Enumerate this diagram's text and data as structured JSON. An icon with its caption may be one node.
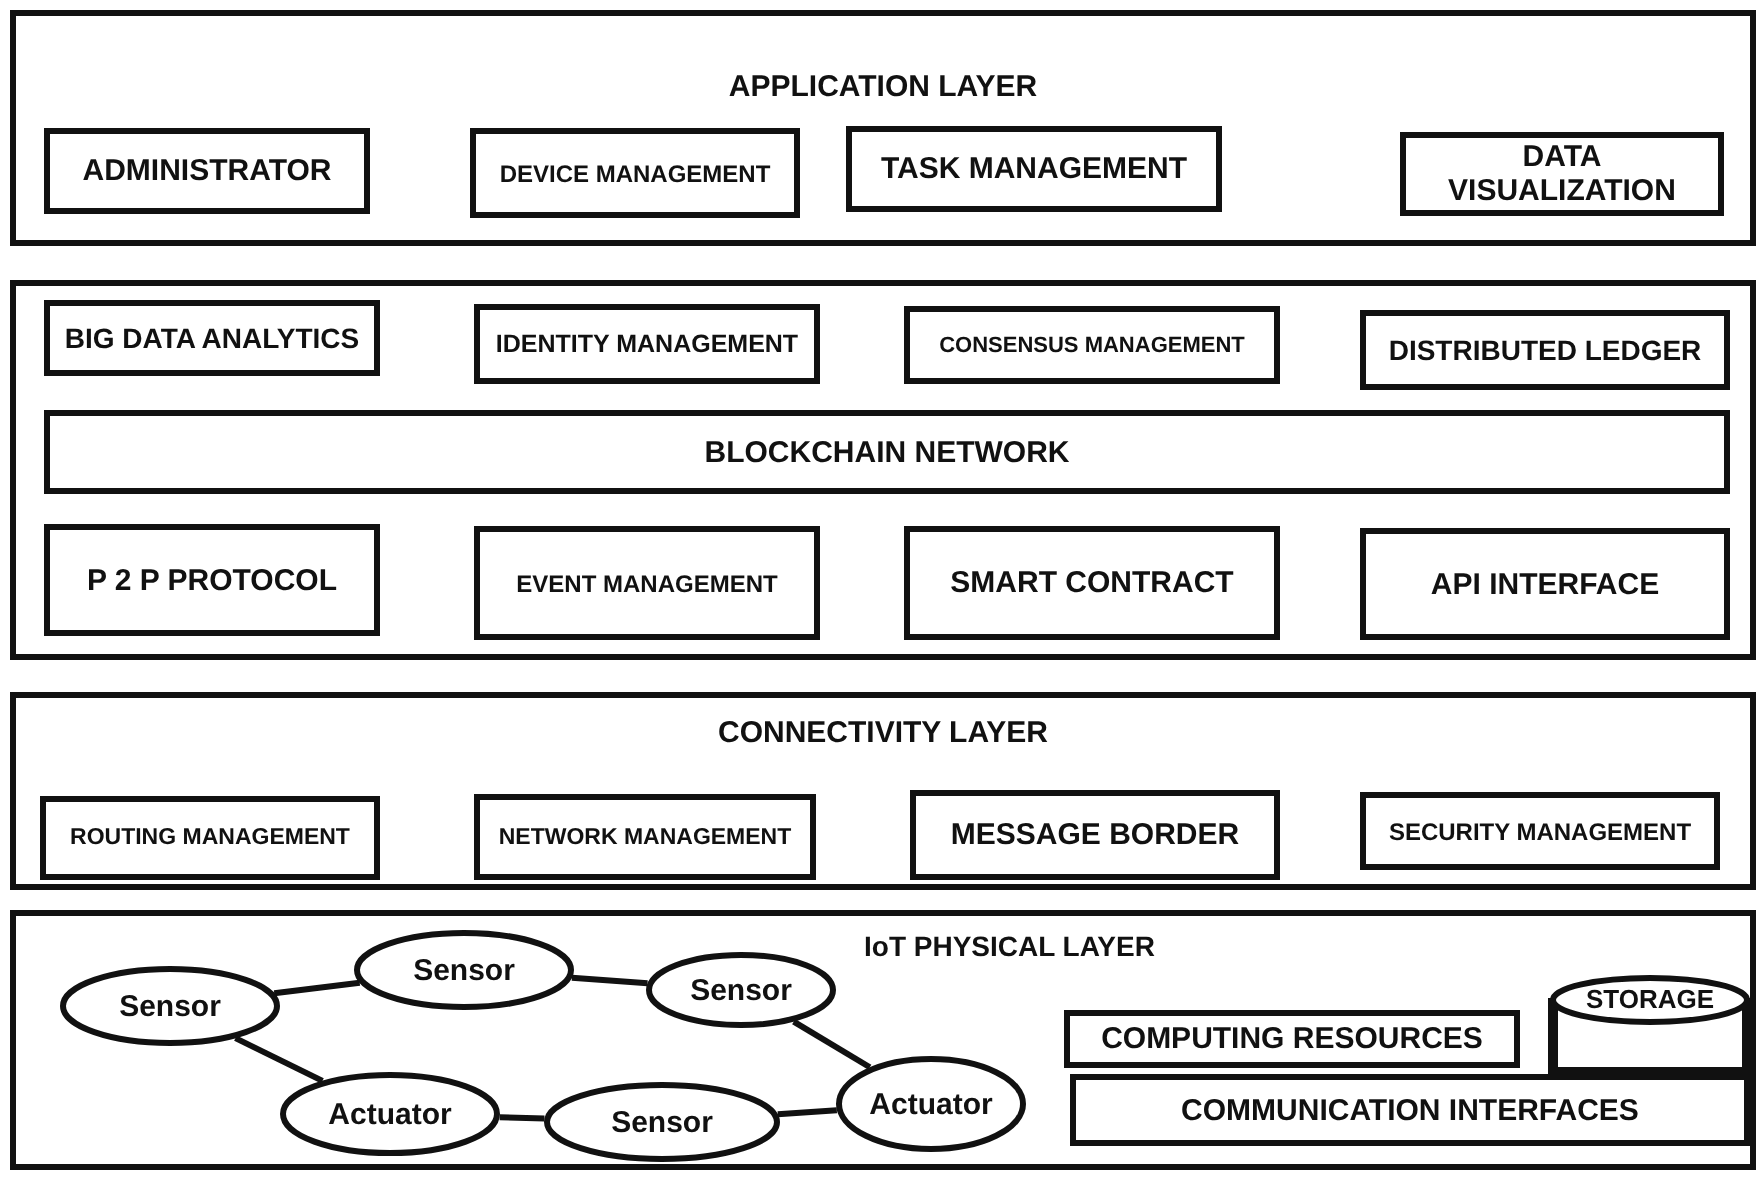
{
  "diagram": {
    "nodes": [
      {
        "text": [
          "APPLICATION LAYER"
        ]
      },
      {
        "text": [
          "ADMINISTRATOR"
        ],
        "in": 0
      },
      {
        "text": [
          "DEVICE MANAGEMENT"
        ],
        "in": 0
      },
      {
        "text": [
          "TASK MANAGEMENT"
        ],
        "in": 0
      },
      {
        "text": [
          "DATA VISUALIZATION"
        ],
        "in": 0
      },
      {
        "text": [],
        "shape": "box"
      },
      {
        "text": [
          "BIG DATA ANALYTICS"
        ],
        "in": 5
      },
      {
        "text": [
          "IDENTITY MANAGEMENT"
        ],
        "in": 5
      },
      {
        "text": [
          "CONSENSUS MANAGEMENT"
        ],
        "in": 5
      },
      {
        "text": [
          "DISTRIBUTED LEDGER"
        ],
        "in": 5
      },
      {
        "text": [
          "BLOCKCHAIN NETWORK"
        ],
        "in": 5
      },
      {
        "text": [
          "P 2 P PROTOCOL"
        ],
        "in": 5
      },
      {
        "text": [
          "EVENT MANAGEMENT"
        ],
        "in": 5
      },
      {
        "text": [
          "SMART CONTRACT"
        ],
        "in": 5
      },
      {
        "text": [
          "API INTERFACE"
        ],
        "in": 5
      },
      {
        "text": [
          "CONNECTIVITY LAYER"
        ]
      },
      {
        "text": [
          "ROUTING MANAGEMENT"
        ],
        "in": 15
      },
      {
        "text": [
          "NETWORK MANAGEMENT"
        ],
        "in": 15
      },
      {
        "text": [
          "MESSAGE BORDER"
        ],
        "in": 15
      },
      {
        "text": [
          "SECURITY MANAGEMENT"
        ],
        "in": 15
      },
      {
        "text": [
          "IoT PHYSICAL LAYER"
        ]
      },
      {
        "text": [
          "Sensor"
        ],
        "in": 20
      },
      {
        "text": [
          "Sensor"
        ],
        "in": 20
      },
      {
        "text": [
          "Sensor"
        ],
        "in": 20
      },
      {
        "text": [
          "Actuator"
        ],
        "in": 20
      },
      {
        "text": [
          "Sensor"
        ],
        "in": 20
      },
      {
        "text": [
          "Actuator"
        ],
        "in": 20
      },
      {
        "text": [
          "COMPUTING RESOURCES"
        ],
        "in": 20
      },
      {
        "text": [
          "STORAGE"
        ],
        "in": 20
      },
      {
        "text": [
          "COMMUNICATION INTERFACES"
        ],
        "in": 20
      }
    ],
    "edges": [
      {
        "from": 21,
        "to": 22,
        "arrow": "none"
      },
      {
        "from": 22,
        "to": 23,
        "arrow": "none"
      },
      {
        "from": 21,
        "to": 24,
        "arrow": "none"
      },
      {
        "from": 24,
        "to": 25,
        "arrow": "none"
      },
      {
        "from": 25,
        "to": 26,
        "arrow": "none"
      },
      {
        "from": 23,
        "to": 26,
        "arrow": "none"
      }
    ]
  }
}
